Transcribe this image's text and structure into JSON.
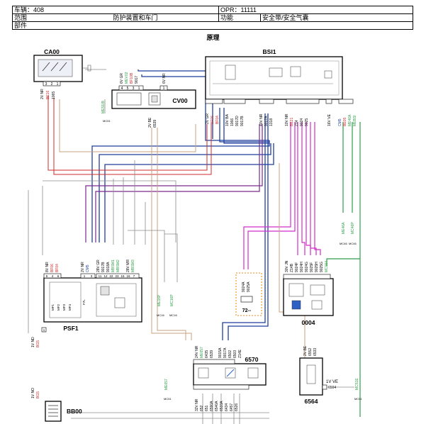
{
  "header": {
    "vehicle_label": "车辆：408",
    "opr_label": "OPR：11111",
    "scope_label": "范围",
    "scope_value": "防护装置和车门",
    "function_label": "功能",
    "function_value": "安全带/安全气囊",
    "parts_label": "部件"
  },
  "section_title": "原理",
  "components": {
    "ca00": {
      "name": "CA00",
      "pins": [
        "3",
        "2",
        "1"
      ],
      "wires": [
        "2V NR",
        "BE16",
        "1065"
      ]
    },
    "cv00": {
      "name": "CV00",
      "left_wires": [
        "6V GR",
        "MEV02",
        "BF10B",
        "9017"
      ],
      "right_wire": "6V NR",
      "pins": [
        "4",
        "5",
        "3",
        "1"
      ],
      "pin_right": "1",
      "bottom_wires": [
        "2V BE",
        "6539"
      ],
      "ground_ref": "ME51IB",
      "ground": "MC51"
    },
    "bsi1": {
      "name": "BSI1",
      "conn1": [
        "2V GR",
        "BF06",
        "BF04"
      ],
      "conn2": [
        "10V BA",
        "1066",
        "9017D",
        "9017B"
      ],
      "conn3": [
        "40V NR",
        "9017A",
        "1318"
      ],
      "conn4": [
        "10V NR",
        "BE21",
        "Z14",
        "9024",
        "9025"
      ],
      "conn5": [
        "16V VE"
      ],
      "conn6": [
        "CM5",
        "BE05",
        "ME46A",
        "MEBSI"
      ],
      "ground_refs": [
        "ME46A",
        "MC46P"
      ],
      "grounds": [
        "MC46",
        "MC46"
      ]
    },
    "psf1": {
      "name": "PSF1",
      "left_wires": [
        "8V NR",
        "BF06",
        "BF04"
      ],
      "mid_wires": [
        "2V NR",
        "CM5"
      ],
      "right_wires": [
        "28V GR",
        "9017B",
        "9018A",
        "MBSM1",
        "MBSM2",
        "28V MR",
        "MBSM3"
      ],
      "pins": [
        "5",
        "4",
        "6",
        "1",
        "3",
        "11",
        "12",
        "22",
        "23",
        "15",
        "16",
        "7"
      ],
      "internal": [
        "MF1",
        "MF2",
        "MF3",
        "MF4",
        "F7L"
      ],
      "ground_refs": [
        "ME16P",
        "MC16P"
      ],
      "grounds": [
        "MC16",
        "MC16"
      ]
    },
    "conn_72": {
      "label": "72--",
      "wires": [
        "9024A",
        "9025A"
      ]
    },
    "u0004": {
      "name": "0004",
      "wires": [
        "30V JN",
        "Z14B",
        "9024F",
        "9024H",
        "9024G",
        "9025F",
        "9025H",
        "9025G",
        "MC004"
      ],
      "pins": [
        "14",
        "2",
        "8",
        "9",
        "10",
        "11",
        "12",
        "13",
        "1"
      ]
    },
    "u6570": {
      "name": "6570",
      "top_wires": [
        "24V NR",
        "ME657",
        "6435",
        "6539",
        "9015A",
        "9017A",
        "6502",
        "6503",
        "Z14E"
      ],
      "top_pins": [
        "8",
        "24",
        "23",
        "18",
        "19",
        "22"
      ],
      "bottom_wires": [
        "32V NR",
        "652",
        "651",
        "6590A",
        "6540A",
        "6533A",
        "6434",
        "6457",
        "6526"
      ],
      "ground_ref": "ME657",
      "ground": "MC51"
    },
    "u6564": {
      "name": "6564",
      "wires": [
        "2V BE",
        "6552",
        "6533"
      ],
      "side_label": "1V VE",
      "side_wire": "6504",
      "ground_ref": "MC51E",
      "ground": "MC51"
    },
    "bb00": {
      "name": "BB00",
      "wires": [
        "1V NO",
        "BG5"
      ]
    },
    "fuse_top": {
      "wires": [
        "1V ND",
        "BG5"
      ],
      "pin": "1"
    }
  },
  "wire_colors": {
    "bus_blue": "#1f3f9e",
    "purple": "#7a2a8f",
    "magenta": "#d02fc9",
    "green": "#2f9e4a",
    "red": "#d02b2b",
    "tan": "#c8a27d",
    "gray": "#8c8c8c"
  }
}
